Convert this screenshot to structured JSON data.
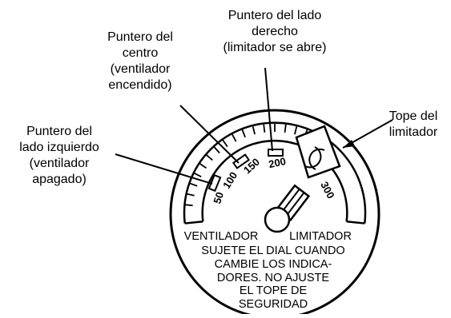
{
  "callouts": {
    "right_pointer": [
      "Puntero del lado",
      "derecho",
      "(limitador se abre)"
    ],
    "center_pointer": [
      "Puntero del",
      "centro",
      "(ventilador",
      "encendido)"
    ],
    "left_pointer": [
      "Puntero del",
      "lado izquierdo",
      "(ventilador",
      "apagado)"
    ],
    "limit_stop": [
      "Tope del",
      "limitador"
    ]
  },
  "dial": {
    "scale_numbers": [
      "50",
      "100",
      "150",
      "200",
      "300"
    ],
    "fan_label": "VENTILADOR",
    "limit_label": "LIMITADOR",
    "instructions": [
      "SUJETE EL DIAL CUANDO",
      "CAMBIE LOS INDICA-",
      "DORES. NO AJUSTE",
      "EL TOPE DE",
      "SEGURIDAD"
    ]
  }
}
